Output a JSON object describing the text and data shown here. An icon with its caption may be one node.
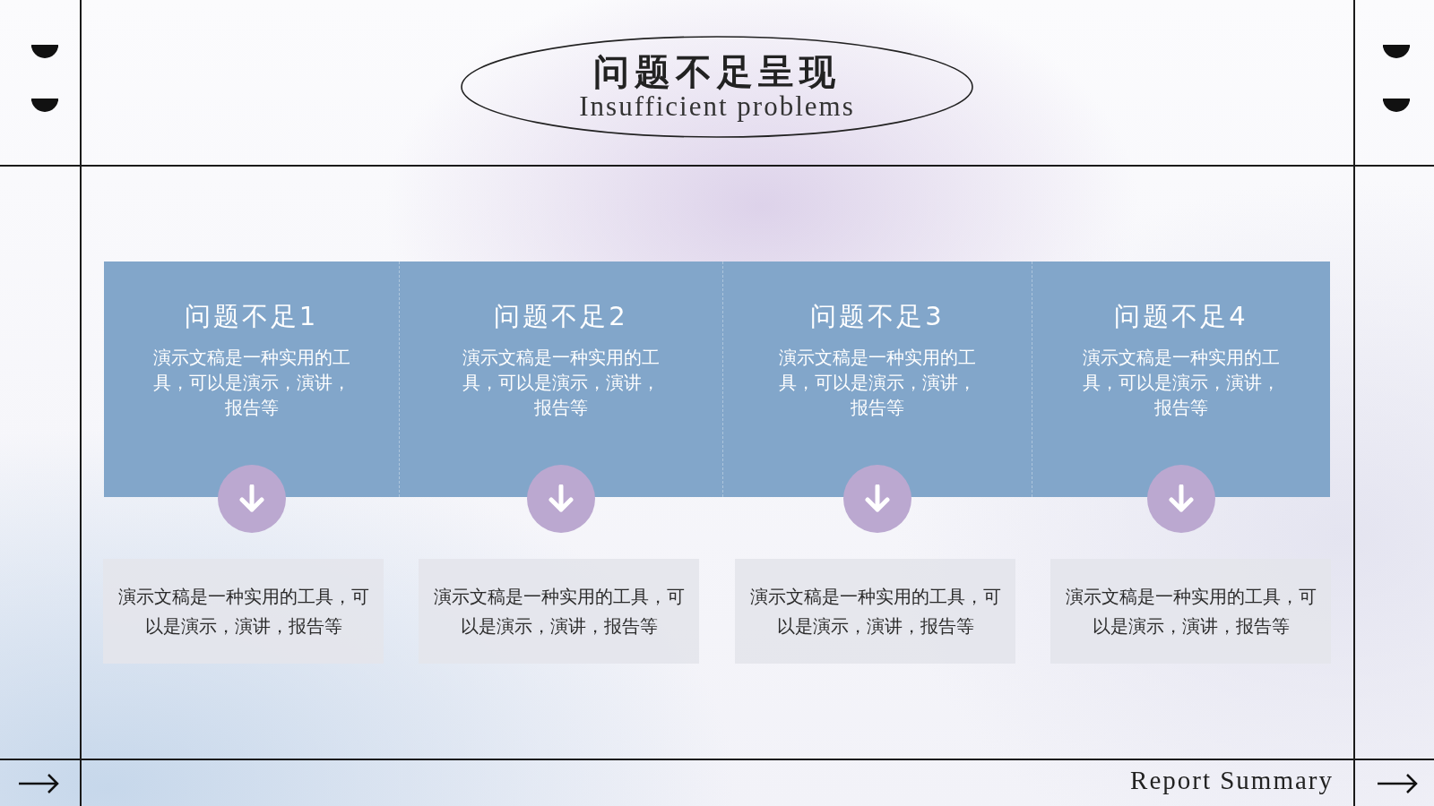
{
  "diagram": {
    "nodes": [
      {
        "text": [
          "问题不足呈现",
          "Insufficient problems"
        ]
      },
      {
        "text": [
          "问题不足1",
          "演示文稿是一种实用的工具，可以是演示，演讲，报告等"
        ]
      },
      {
        "text": [
          "问题不足2",
          "演示文稿是一种实用的工具，可以是演示，演讲，报告等"
        ]
      },
      {
        "text": [
          "问题不足3",
          "演示文稿是一种实用的工具，可以是演示，演讲，报告等"
        ]
      },
      {
        "text": [
          "问题不足4",
          "演示文稿是一种实用的工具，可以是演示，演讲，报告等"
        ]
      },
      {
        "text": [
          "演示文稿是一种实用的工具，可以是演示，演讲，报告等"
        ]
      },
      {
        "text": [
          "演示文稿是一种实用的工具，可以是演示，演讲，报告等"
        ]
      },
      {
        "text": [
          "演示文稿是一种实用的工具，可以是演示，演讲，报告等"
        ]
      },
      {
        "text": [
          "演示文稿是一种实用的工具，可以是演示，演讲，报告等"
        ]
      }
    ],
    "labels": [
      "Report Summary"
    ]
  }
}
